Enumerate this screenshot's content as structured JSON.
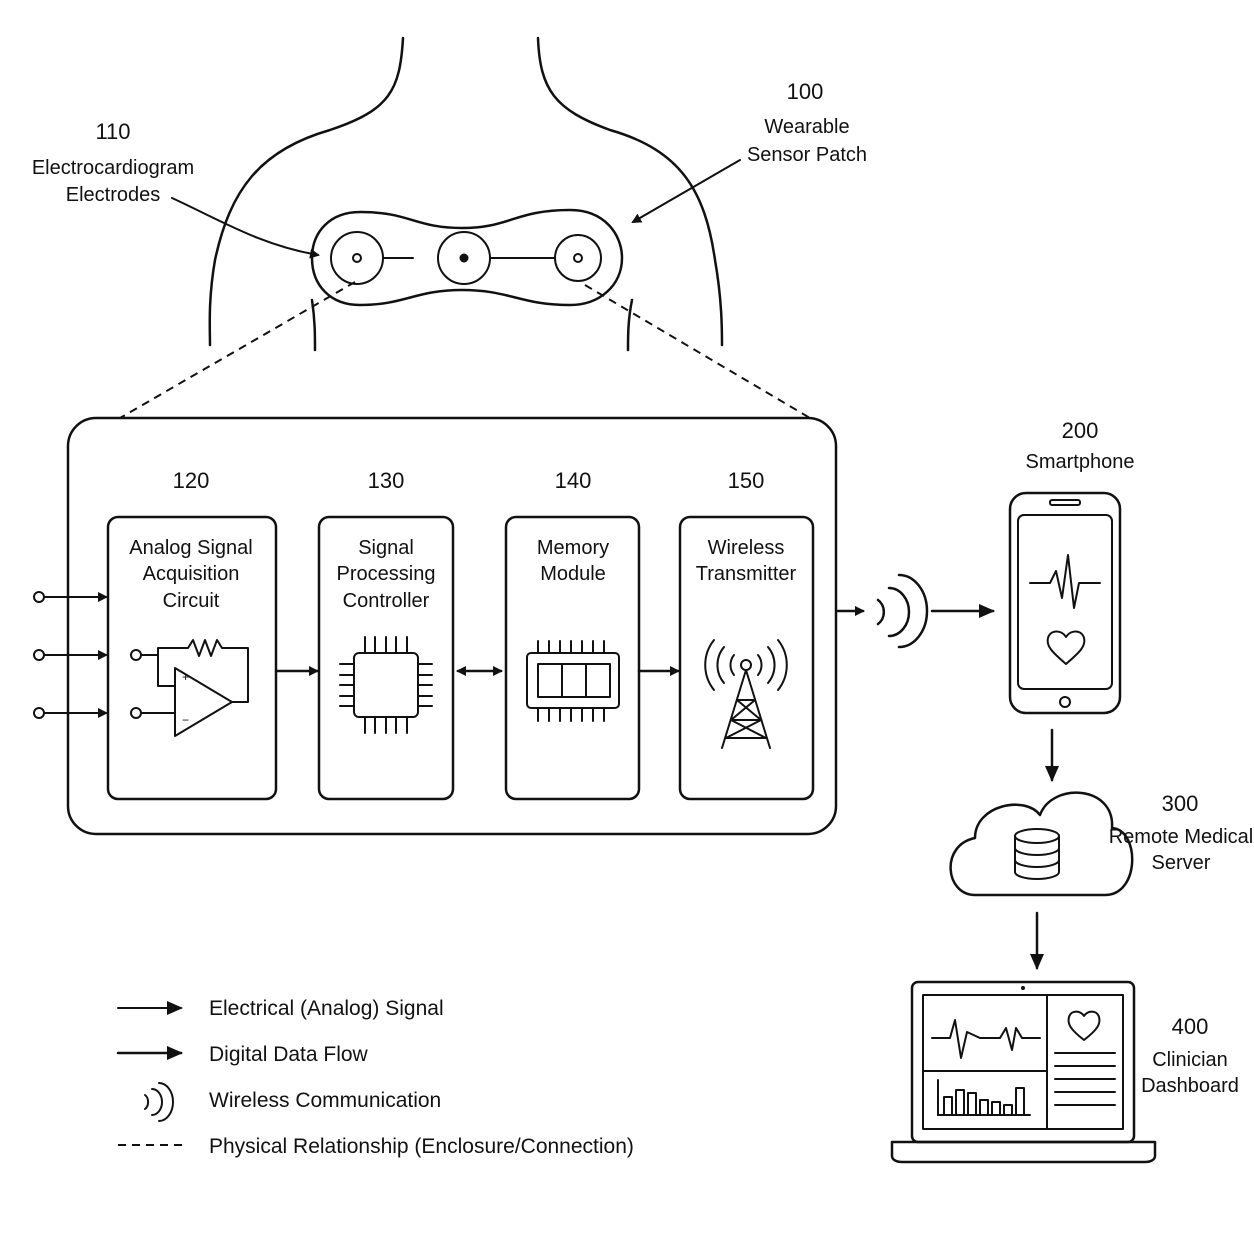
{
  "patch": {
    "number": "100",
    "label_line1": "Wearable",
    "label_line2": "Sensor Patch"
  },
  "electrodes": {
    "number": "110",
    "label_line1": "Electrocardiogram",
    "label_line2": "Electrodes"
  },
  "blocks": [
    {
      "number": "120",
      "lines": [
        "Analog Signal",
        "Acquisition",
        "Circuit"
      ],
      "icon": "op-amp-icon"
    },
    {
      "number": "130",
      "lines": [
        "Signal",
        "Processing",
        "Controller"
      ],
      "icon": "chip-icon"
    },
    {
      "number": "140",
      "lines": [
        "Memory",
        "Module"
      ],
      "icon": "memory-icon"
    },
    {
      "number": "150",
      "lines": [
        "Wireless",
        "Transmitter"
      ],
      "icon": "antenna-tower-icon"
    }
  ],
  "smartphone": {
    "number": "200",
    "label": "Smartphone"
  },
  "server": {
    "number": "300",
    "label_line1": "Remote Medical",
    "label_line2": "Server"
  },
  "dashboard": {
    "number": "400",
    "label_line1": "Clinician",
    "label_line2": "Dashboard"
  },
  "legend": [
    {
      "symbol": "solid-arrow",
      "label": "Electrical (Analog) Signal"
    },
    {
      "symbol": "bold-arrow",
      "label": "Digital Data Flow"
    },
    {
      "symbol": "wireless-waves",
      "label": "Wireless Communication"
    },
    {
      "symbol": "dashed-line",
      "label": "Physical Relationship (Enclosure/Connection)"
    }
  ]
}
